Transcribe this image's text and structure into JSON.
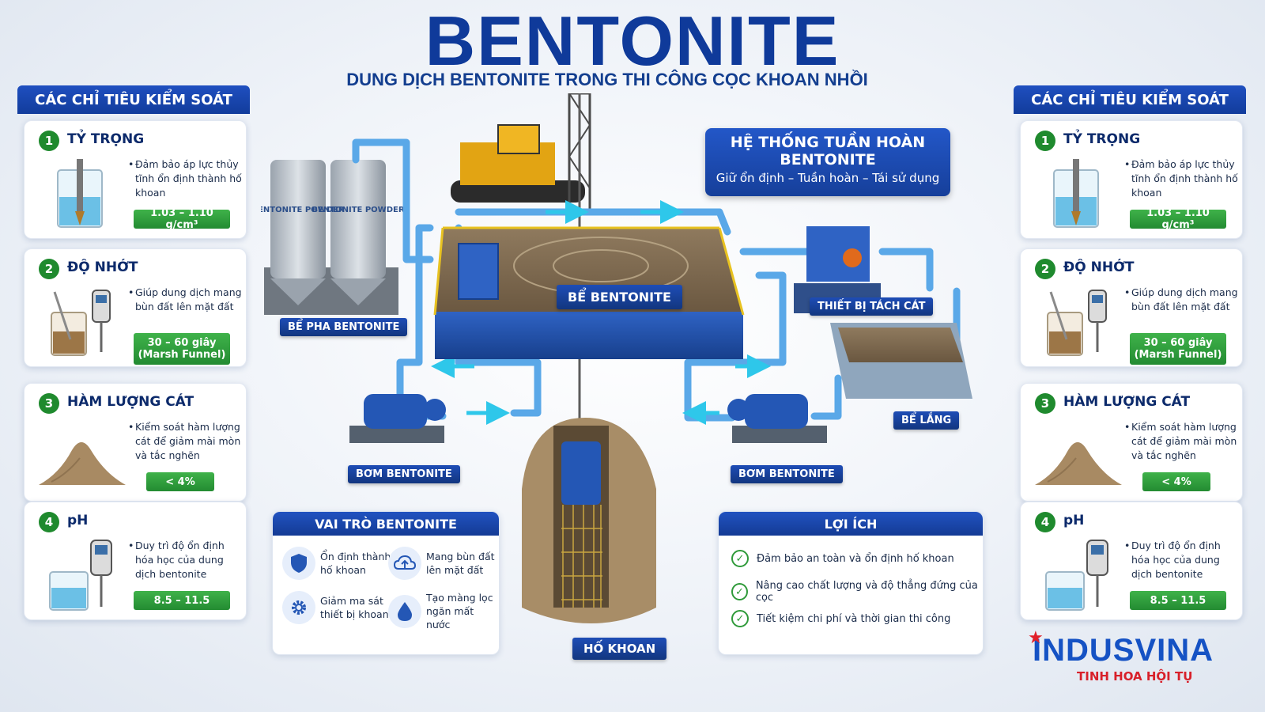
{
  "header": {
    "title": "BENTONITE",
    "subtitle": "DUNG DỊCH BENTONITE TRONG THI CÔNG CỌC KHOAN NHỒI"
  },
  "controls": {
    "heading": "CÁC CHỈ TIÊU KIỂM SOÁT",
    "items": [
      {
        "num": "1",
        "title": "TỶ TRỌNG",
        "desc": "Đảm bảo áp lực thủy tĩnh ổn định thành hố khoan",
        "value": "1.03 – 1.10 g/cm³",
        "icon": "density-hydrometer-icon"
      },
      {
        "num": "2",
        "title": "ĐỘ NHỚT",
        "desc": "Giúp dung dịch mang bùn đất lên mặt đất",
        "value": "30 – 60 giây (Marsh Funnel)",
        "icon": "viscosity-meter-icon"
      },
      {
        "num": "3",
        "title": "HÀM LƯỢNG CÁT",
        "desc": "Kiểm soát hàm lượng cát để giảm mài mòn và tắc nghẽn",
        "value": "< 4%",
        "icon": "sand-pile-icon"
      },
      {
        "num": "4",
        "title": "pH",
        "desc": "Duy trì độ ổn định hóa học của dung dịch bentonite",
        "value": "8.5 – 11.5",
        "icon": "ph-meter-icon"
      }
    ]
  },
  "system": {
    "title": "HỆ THỐNG TUẦN HOÀN BENTONITE",
    "tagline": "Giữ ổn định – Tuần hoàn – Tái sử dụng",
    "silo_label": "BENTONITE POWDER",
    "labels": {
      "mixing_tank": "BỂ PHA BENTONITE",
      "main_tank": "BỂ BENTONITE",
      "separator": "THIẾT BỊ TÁCH CÁT",
      "settling_tank": "BỂ LẮNG",
      "pump": "BƠM BENTONITE",
      "borehole": "HỐ KHOAN"
    }
  },
  "roles": {
    "heading": "VAI TRÒ BENTONITE",
    "items": [
      {
        "text": "Ổn định thành hố khoan",
        "icon": "shield-icon"
      },
      {
        "text": "Mang bùn đất lên mặt đất",
        "icon": "cloud-upload-icon"
      },
      {
        "text": "Giảm ma sát thiết bị khoan",
        "icon": "gear-icon"
      },
      {
        "text": "Tạo màng lọc ngăn mất nước",
        "icon": "water-drop-icon"
      }
    ]
  },
  "benefits": {
    "heading": "LỢI ÍCH",
    "items": [
      "Đảm bảo an toàn và ổn định hố khoan",
      "Nâng cao chất lượng và độ thẳng đứng của cọc",
      "Tiết kiệm chi phí và thời gian thi công"
    ]
  },
  "brand": {
    "name": "INDUSVINA",
    "slogan": "TINH HOA HỘI TỤ"
  },
  "colors": {
    "primary": "#0f3a9a",
    "accent_green": "#2f9a3a",
    "pipe": "#5aa8e8",
    "brand_red": "#d8202a"
  }
}
